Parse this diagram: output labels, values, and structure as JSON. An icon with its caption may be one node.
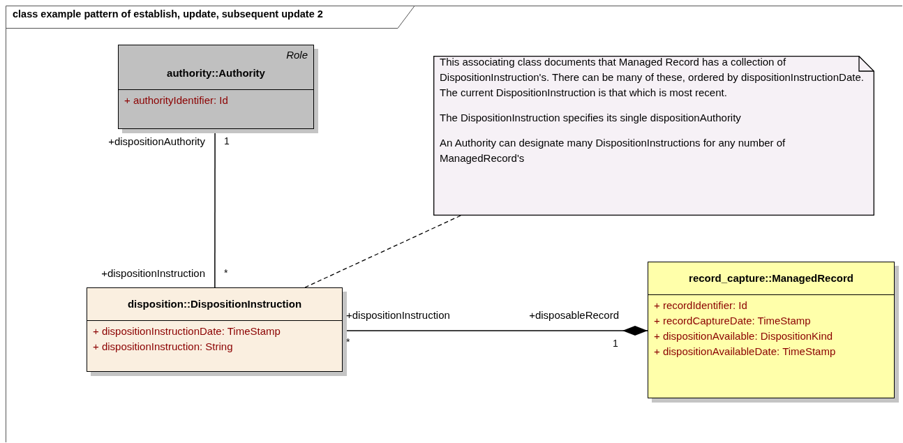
{
  "diagram": {
    "title": "class example pattern of establish, update, subsequent update 2",
    "nodes": [
      {
        "text": [
          "Role",
          "authority::Authority",
          "+ authorityIdentifier: Id"
        ]
      },
      {
        "text": [
          "disposition::DispositionInstruction",
          "+ dispositionInstructionDate: TimeStamp",
          "+ dispositionInstruction: String"
        ]
      },
      {
        "text": [
          "record_capture::ManagedRecord",
          "+ recordIdentifier: Id",
          "+ recordCaptureDate: TimeStamp",
          "+ dispositionAvailable: DispositionKind",
          "+ dispositionAvailableDate: TimeStamp"
        ]
      },
      {
        "text": [
          "This associating class documents that Managed Record has a collection of DispositionInstruction's. There can be many of these, ordered by dispositionInstructionDate. The current DispositionInstruction is that which is most recent.",
          "The DispositionInstruction specifies its single dispositionAuthority",
          "An Authority can designate many DispositionInstructions for any number of ManagedRecord's"
        ]
      }
    ],
    "edges": [
      {
        "from": 0,
        "to": 1,
        "arrow": "none"
      },
      {
        "from": 1,
        "to": 2,
        "arrow": "other"
      },
      {
        "from": 3,
        "to": 1,
        "arrow": "none",
        "style": "dashed"
      }
    ],
    "labels": [
      "+dispositionAuthority",
      "1",
      "+dispositionInstruction",
      "*",
      "+dispositionInstruction",
      "*",
      "+disposableRecord",
      "1"
    ]
  }
}
